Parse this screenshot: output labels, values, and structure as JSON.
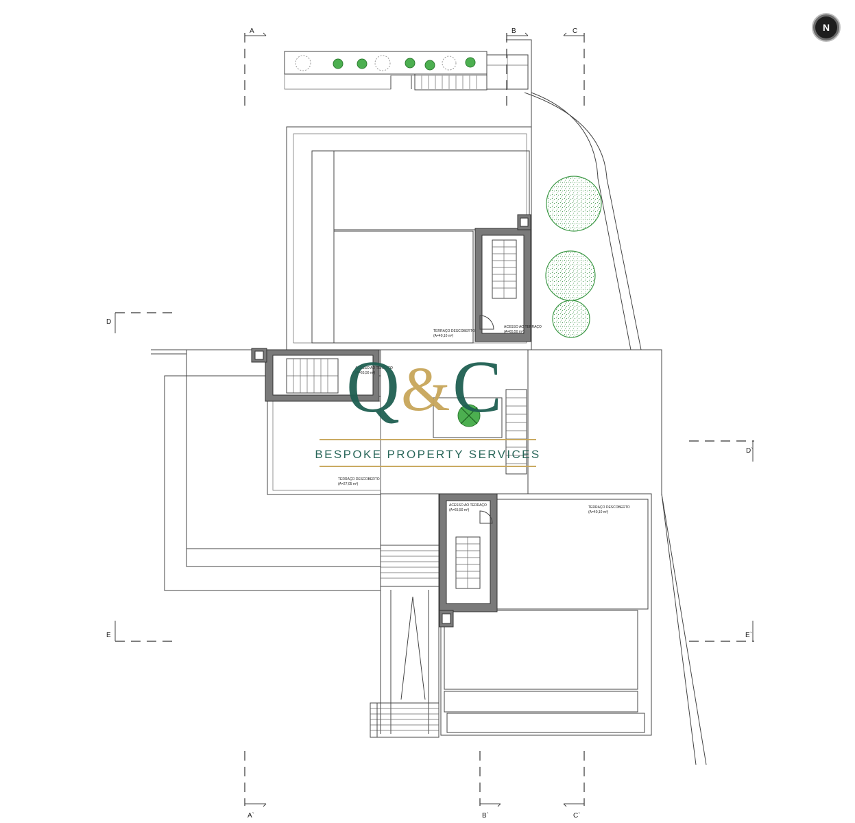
{
  "north_label": "N",
  "section_marks": {
    "a": "A",
    "a_prime": "A`",
    "b": "B",
    "b_prime": "B`",
    "c": "C",
    "c_prime": "C`",
    "d": "D",
    "d_prime": "D`",
    "e": "E",
    "e_prime": "E`"
  },
  "rooms": {
    "top_terrace": {
      "name": "TERRAÇO DESCOBERTO",
      "area": "(A=40,10 m²)"
    },
    "top_access": {
      "name": "ACESSO AO TERRAÇO",
      "area": "(A=65,50 m²)"
    },
    "left_access": {
      "name": "ACESSO AO TERRAÇO",
      "area": "(A=65,50 m²)"
    },
    "left_terrace": {
      "name": "TERRAÇO DESCOBERTO",
      "area": "(A=27,05 m²)"
    },
    "right_access": {
      "name": "ACESSO AO TERRAÇO",
      "area": "(A=65,50 m²)"
    },
    "right_terrace": {
      "name": "TERRAÇO DESCOBERTO",
      "area": "(A=40,10 m²)"
    }
  },
  "watermark": {
    "letter_left": "Q",
    "ampersand": "&",
    "letter_right": "C",
    "tagline": "BESPOKE PROPERTY SERVICES",
    "green": "#1f5f52",
    "gold": "#c8a65a"
  },
  "colors": {
    "plant": "#4caf50",
    "wall": "#7a7a7a"
  }
}
